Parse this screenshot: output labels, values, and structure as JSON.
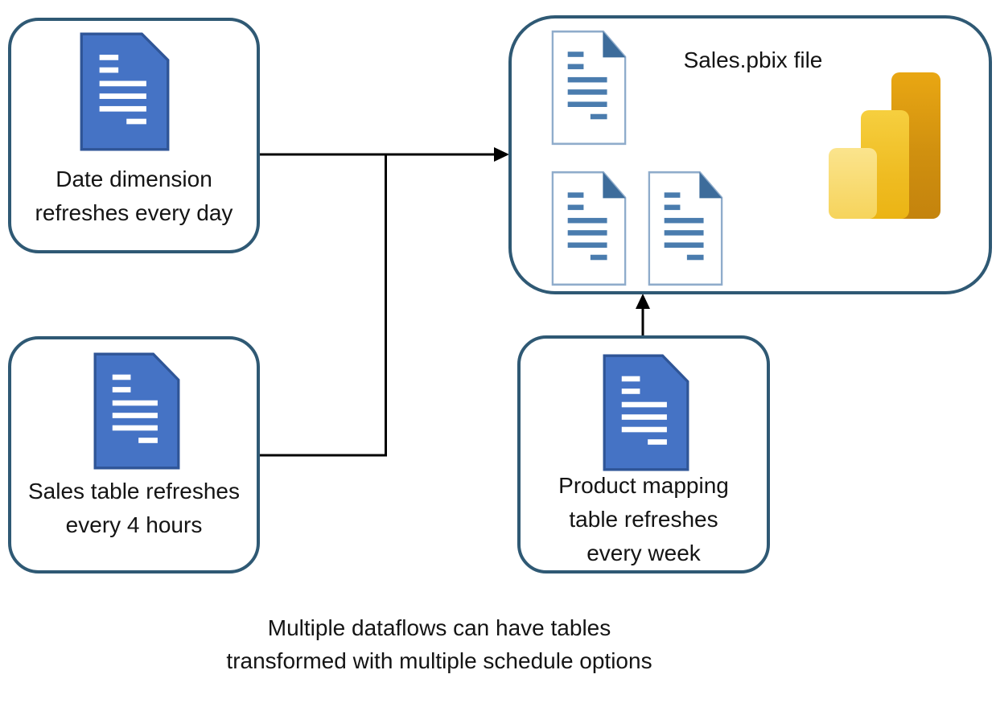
{
  "diagram": {
    "nodes": {
      "date_dimension": {
        "line1": "Date dimension",
        "line2": "refreshes every day",
        "icon": "document-icon"
      },
      "sales_table": {
        "line1": "Sales table refreshes",
        "line2": "every 4 hours",
        "icon": "document-icon"
      },
      "product_mapping": {
        "line1": "Product mapping",
        "line2": "table refreshes",
        "line3": "every week",
        "icon": "document-icon"
      },
      "pbix_file": {
        "title": "Sales.pbix file",
        "document_count": 3,
        "icons": [
          "document-icon",
          "document-icon",
          "document-icon",
          "powerbi-logo-icon"
        ]
      }
    },
    "connectors": [
      {
        "from": "date_dimension",
        "to": "pbix_file",
        "type": "arrow"
      },
      {
        "from": "sales_table",
        "to": "pbix_file",
        "type": "merges-into-arrow"
      },
      {
        "from": "product_mapping",
        "to": "pbix_file",
        "type": "arrow"
      }
    ],
    "caption": {
      "line1": "Multiple dataflows can have tables",
      "line2": "transformed with multiple schedule options"
    }
  },
  "colors": {
    "box_border": "#2F5974",
    "document_blue_fill": "#4573C5",
    "document_blue_stroke": "#2F5597",
    "document_white_stroke": "#8FACCB",
    "document_white_lines": "#4A7CAE",
    "document_fold": "#3D6C9B",
    "arrow": "#000000",
    "powerbi_bar_light": "#F8DA6F",
    "powerbi_bar_mid": "#EFBC22",
    "powerbi_bar_dark": "#D0900F",
    "text": "#141414"
  }
}
